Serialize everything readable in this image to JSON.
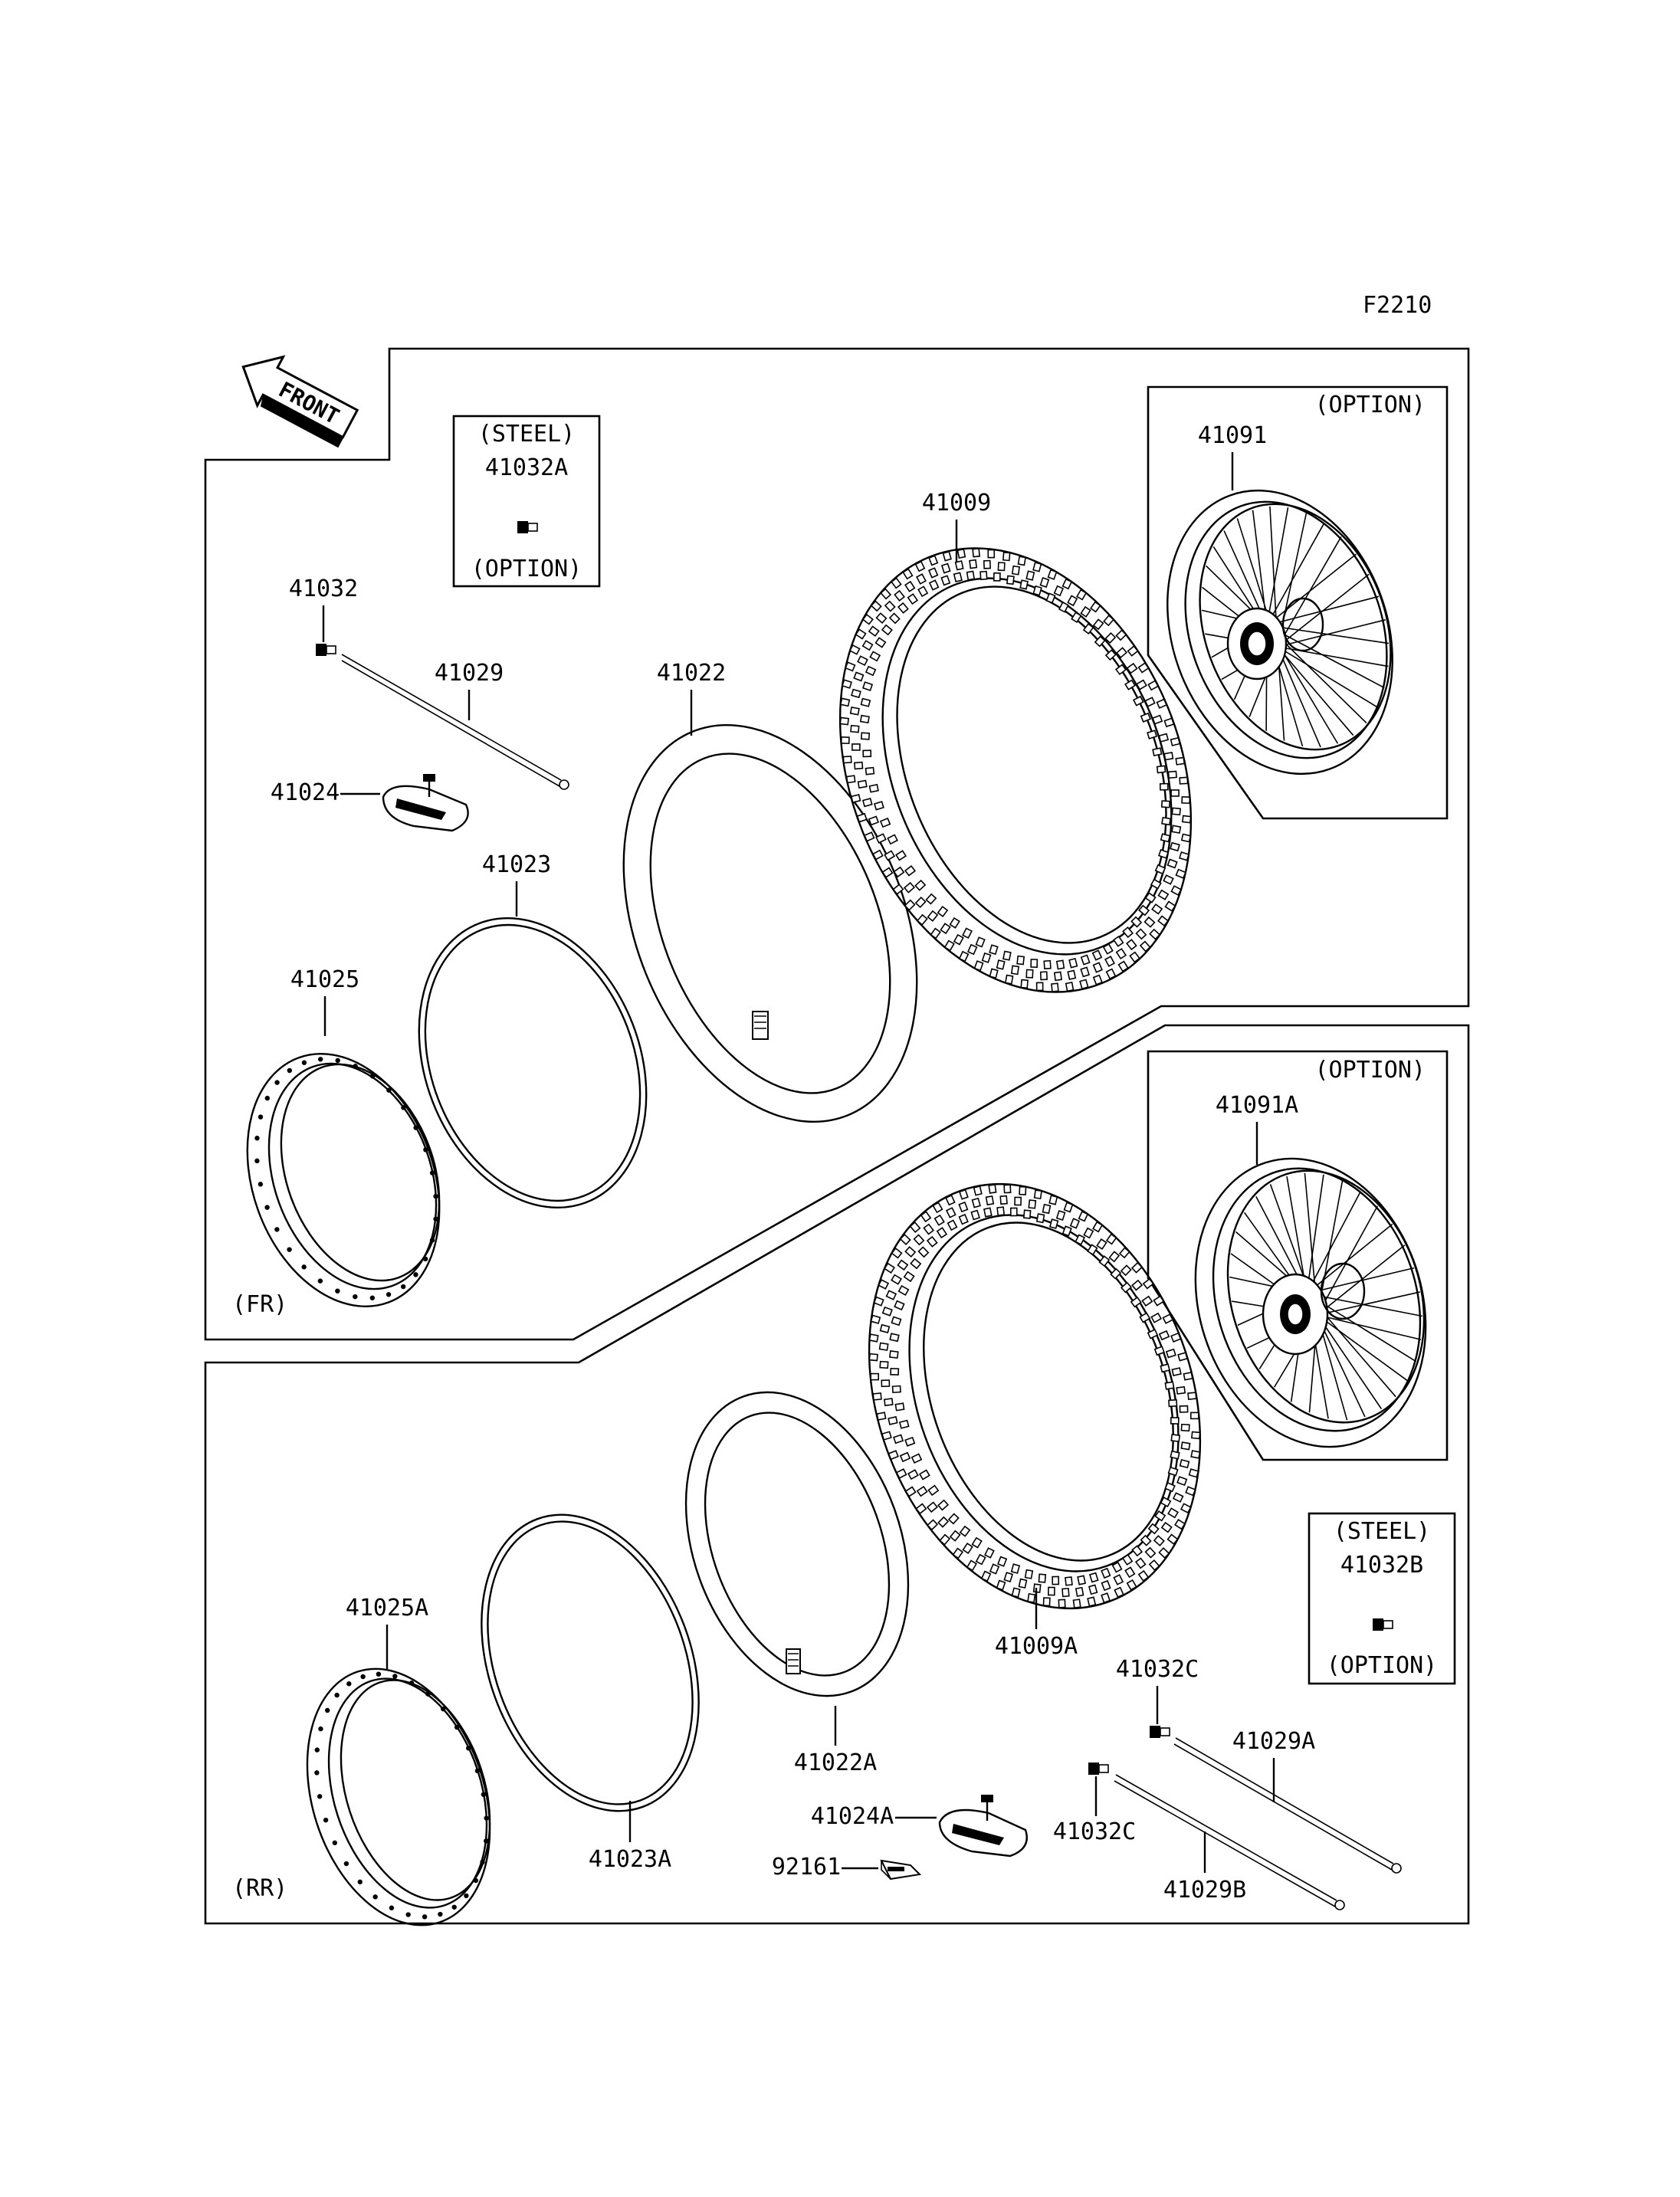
{
  "figure_code": "F2210",
  "front_label": "FRONT",
  "sections": {
    "front": "(FR)",
    "rear": "(RR)"
  },
  "option_boxes": {
    "steel_front": {
      "top": "(STEEL)",
      "part": "41032A",
      "bottom": "(OPTION)"
    },
    "steel_rear": {
      "top": "(STEEL)",
      "part": "41032B",
      "bottom": "(OPTION)"
    },
    "wheel_front": {
      "top": "(OPTION)",
      "part": "41091"
    },
    "wheel_rear": {
      "top": "(OPTION)",
      "part": "41091A"
    }
  },
  "parts": {
    "p41032": "41032",
    "p41029": "41029",
    "p41024": "41024",
    "p41023": "41023",
    "p41025": "41025",
    "p41022": "41022",
    "p41009": "41009",
    "p41009A": "41009A",
    "p41025A": "41025A",
    "p41023A": "41023A",
    "p41022A": "41022A",
    "p41024A": "41024A",
    "p92161": "92161",
    "p41032C_a": "41032C",
    "p41032C_b": "41032C",
    "p41029A": "41029A",
    "p41029B": "41029B"
  }
}
